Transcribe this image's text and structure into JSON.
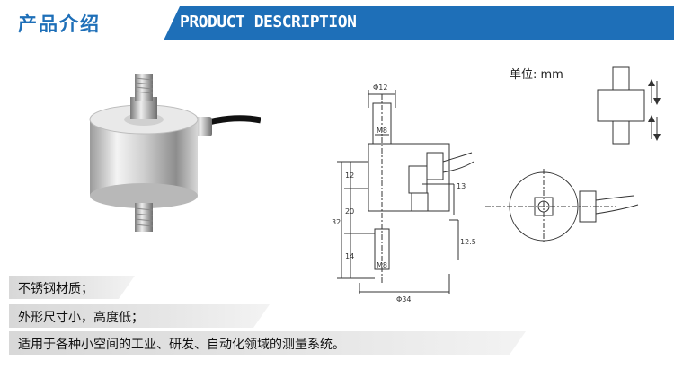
{
  "header": {
    "title_cn": "产品介绍",
    "title_en": "PRODUCT DESCRIPTION",
    "accent_color": "#1e6fb8"
  },
  "drawing": {
    "unit_label": "单位: mm",
    "dims": {
      "top_dia": "Φ12",
      "top_thread": "M8",
      "h_top": "12",
      "h_total": "32",
      "h_body": "20",
      "h_bottom": "14",
      "cable_offset": "13",
      "offset_right": "12.5",
      "bottom_thread": "M8",
      "body_dia": "Φ34"
    },
    "icons": [
      "load-cell-photo",
      "load-cell-front-view",
      "load-cell-top-view",
      "tension-compression-arrows-icon"
    ]
  },
  "features": [
    "不锈钢材质；",
    "外形尺寸小，高度低；",
    "适用于各种小空间的工业、研发、自动化领域的测量系统。"
  ]
}
